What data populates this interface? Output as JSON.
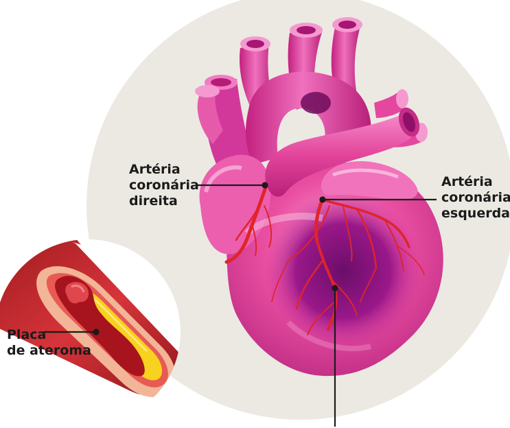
{
  "labels": {
    "right_coronary": [
      "Artéria",
      "coronária",
      "direita"
    ],
    "left_coronary": [
      "Artéria",
      "coronária",
      "esquerda"
    ],
    "plaque": [
      "Placa",
      "de ateroma"
    ]
  },
  "colors": {
    "background_circle": "#ebe9e2",
    "heart_pink": "#e8479a",
    "heart_light": "#f58cc7",
    "heart_dark": "#8b1580",
    "artery_red": "#e0242b",
    "plaque_yellow": "#f7d21e",
    "vessel_outer": "#f4b39a",
    "leader_line": "#1b1b1b"
  }
}
